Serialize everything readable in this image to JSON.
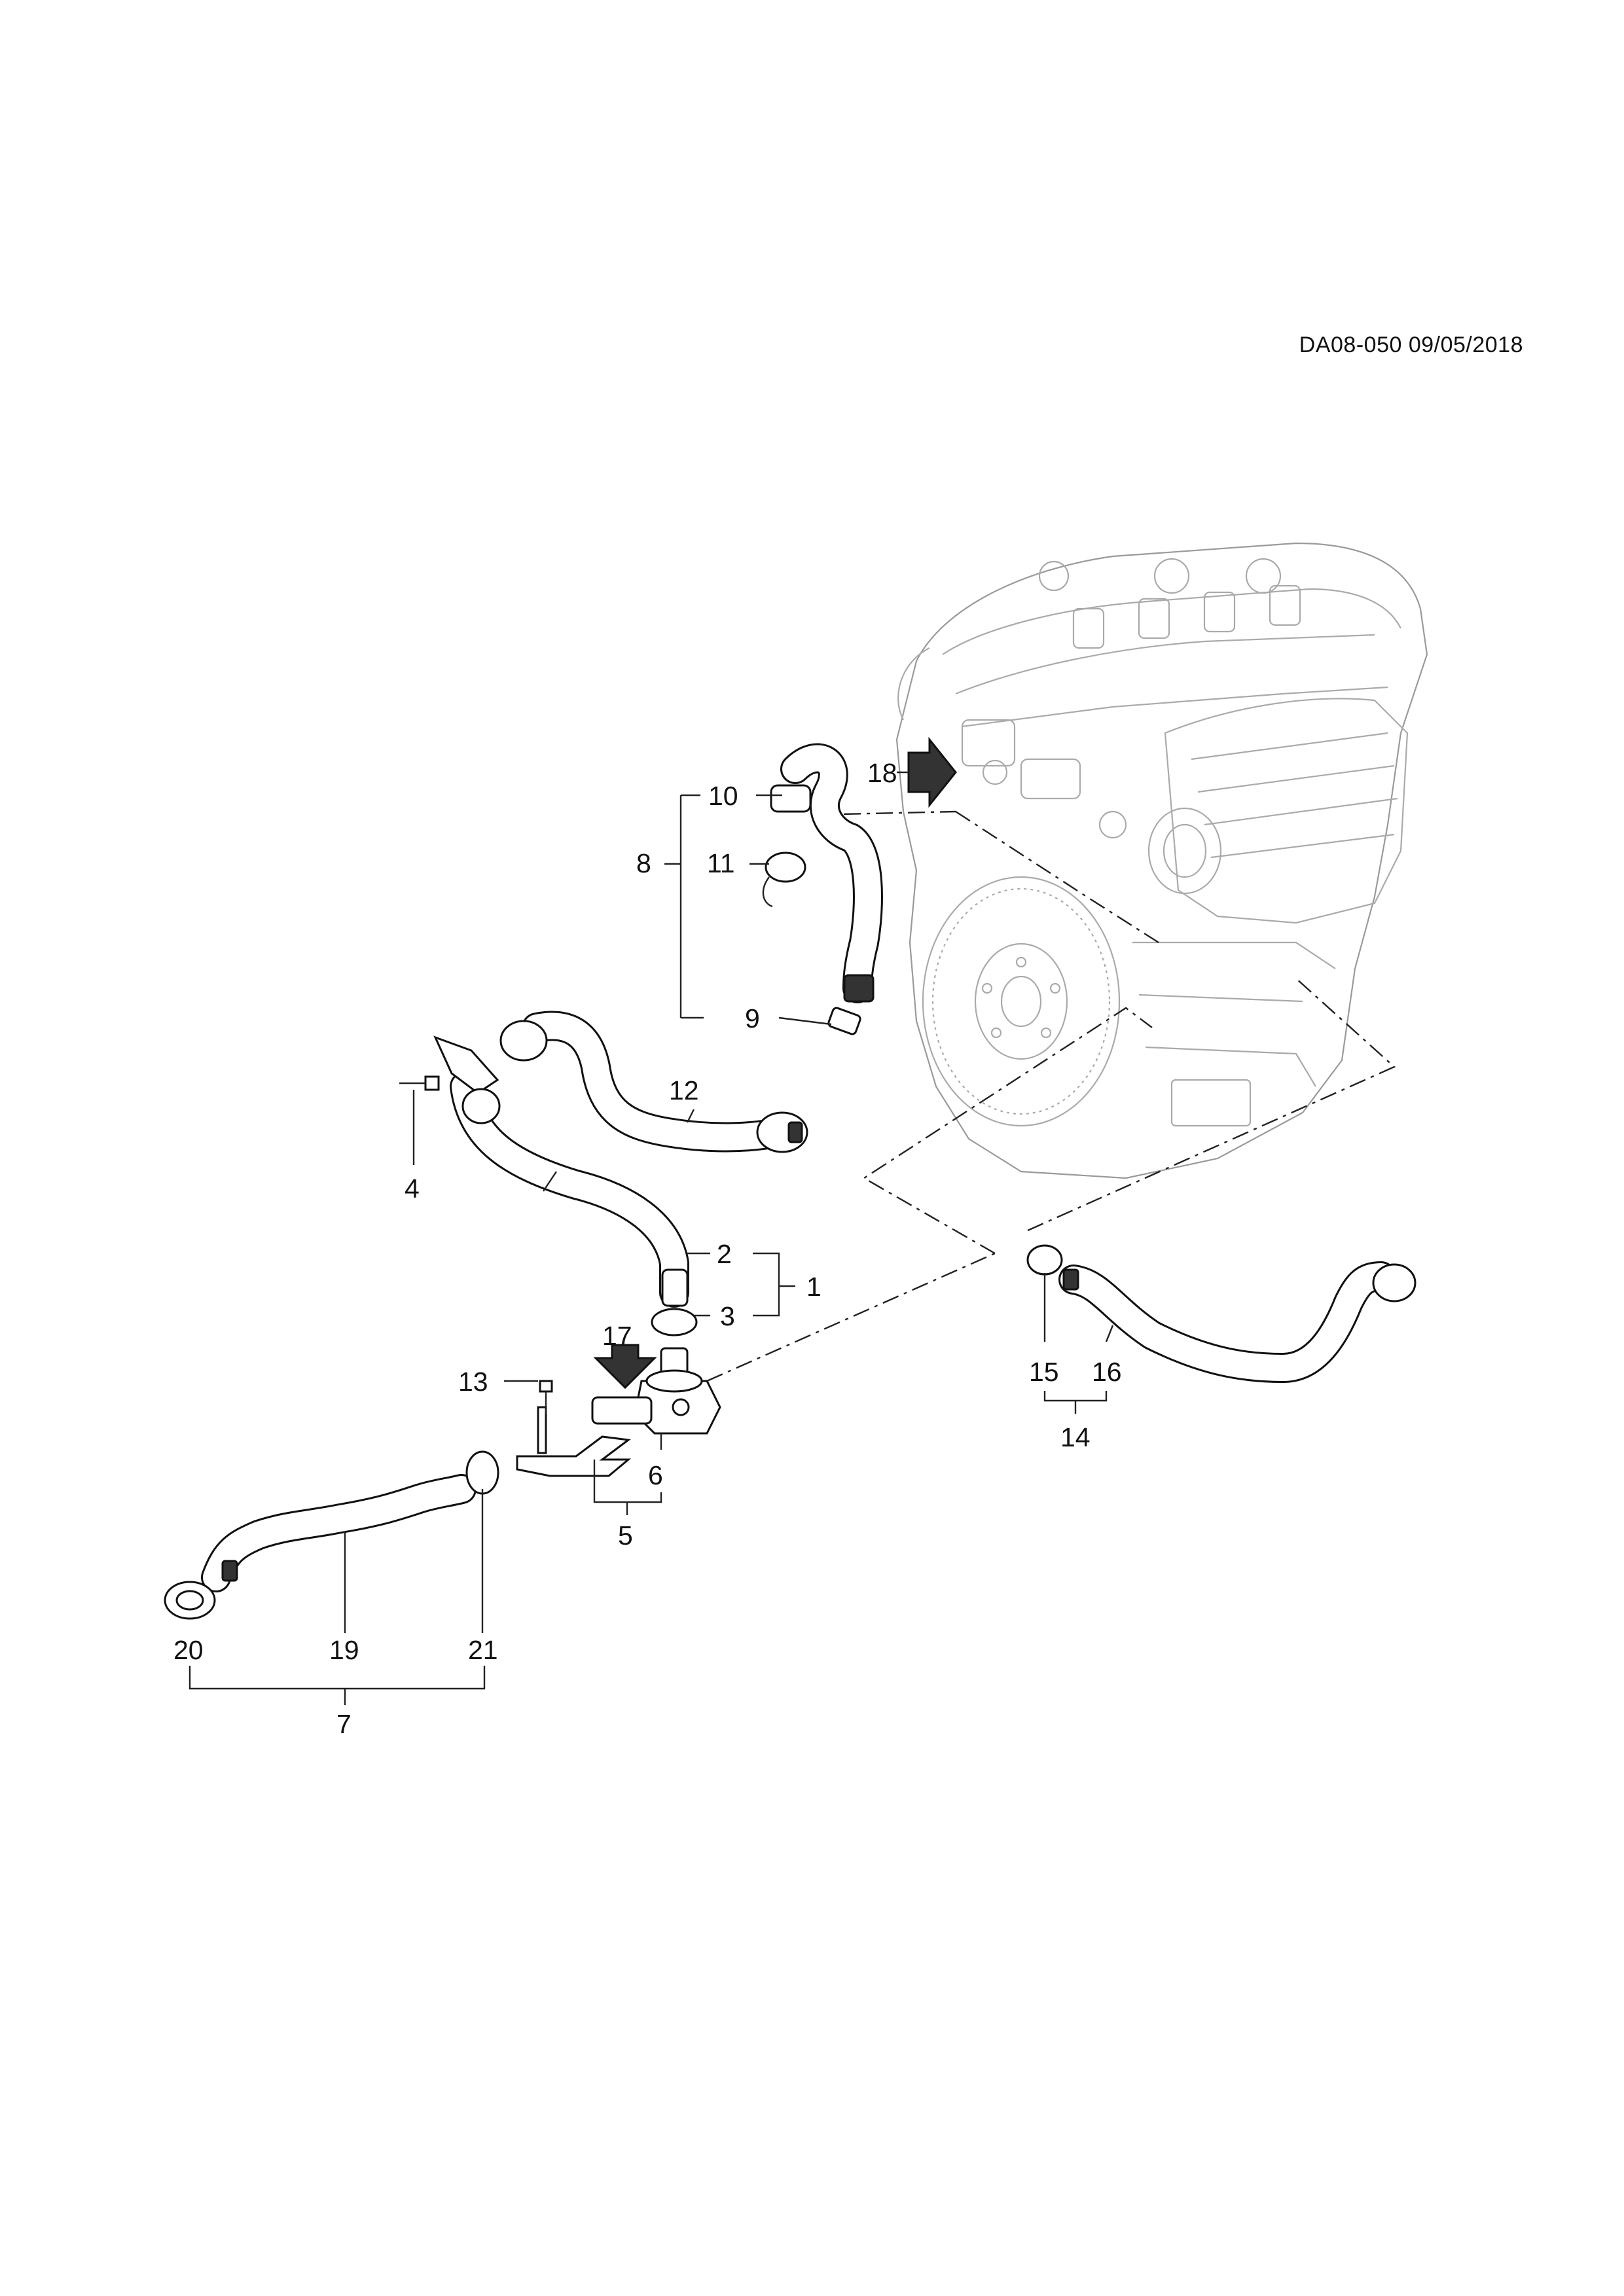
{
  "diagram_code": "DA08-050 09/05/2018",
  "callouts": {
    "c1": "1",
    "c2": "2",
    "c3": "3",
    "c4": "4",
    "c5": "5",
    "c6": "6",
    "c7": "7",
    "c8": "8",
    "c9": "9",
    "c10": "10",
    "c11": "11",
    "c12": "12",
    "c13": "13",
    "c14": "14",
    "c15": "15",
    "c16": "16",
    "c17": "17",
    "c18": "18",
    "c19": "19",
    "c20": "20",
    "c21": "21"
  },
  "colors": {
    "ink": "#111111",
    "engine_outline": "#aaaaaa",
    "background": "#ffffff"
  }
}
